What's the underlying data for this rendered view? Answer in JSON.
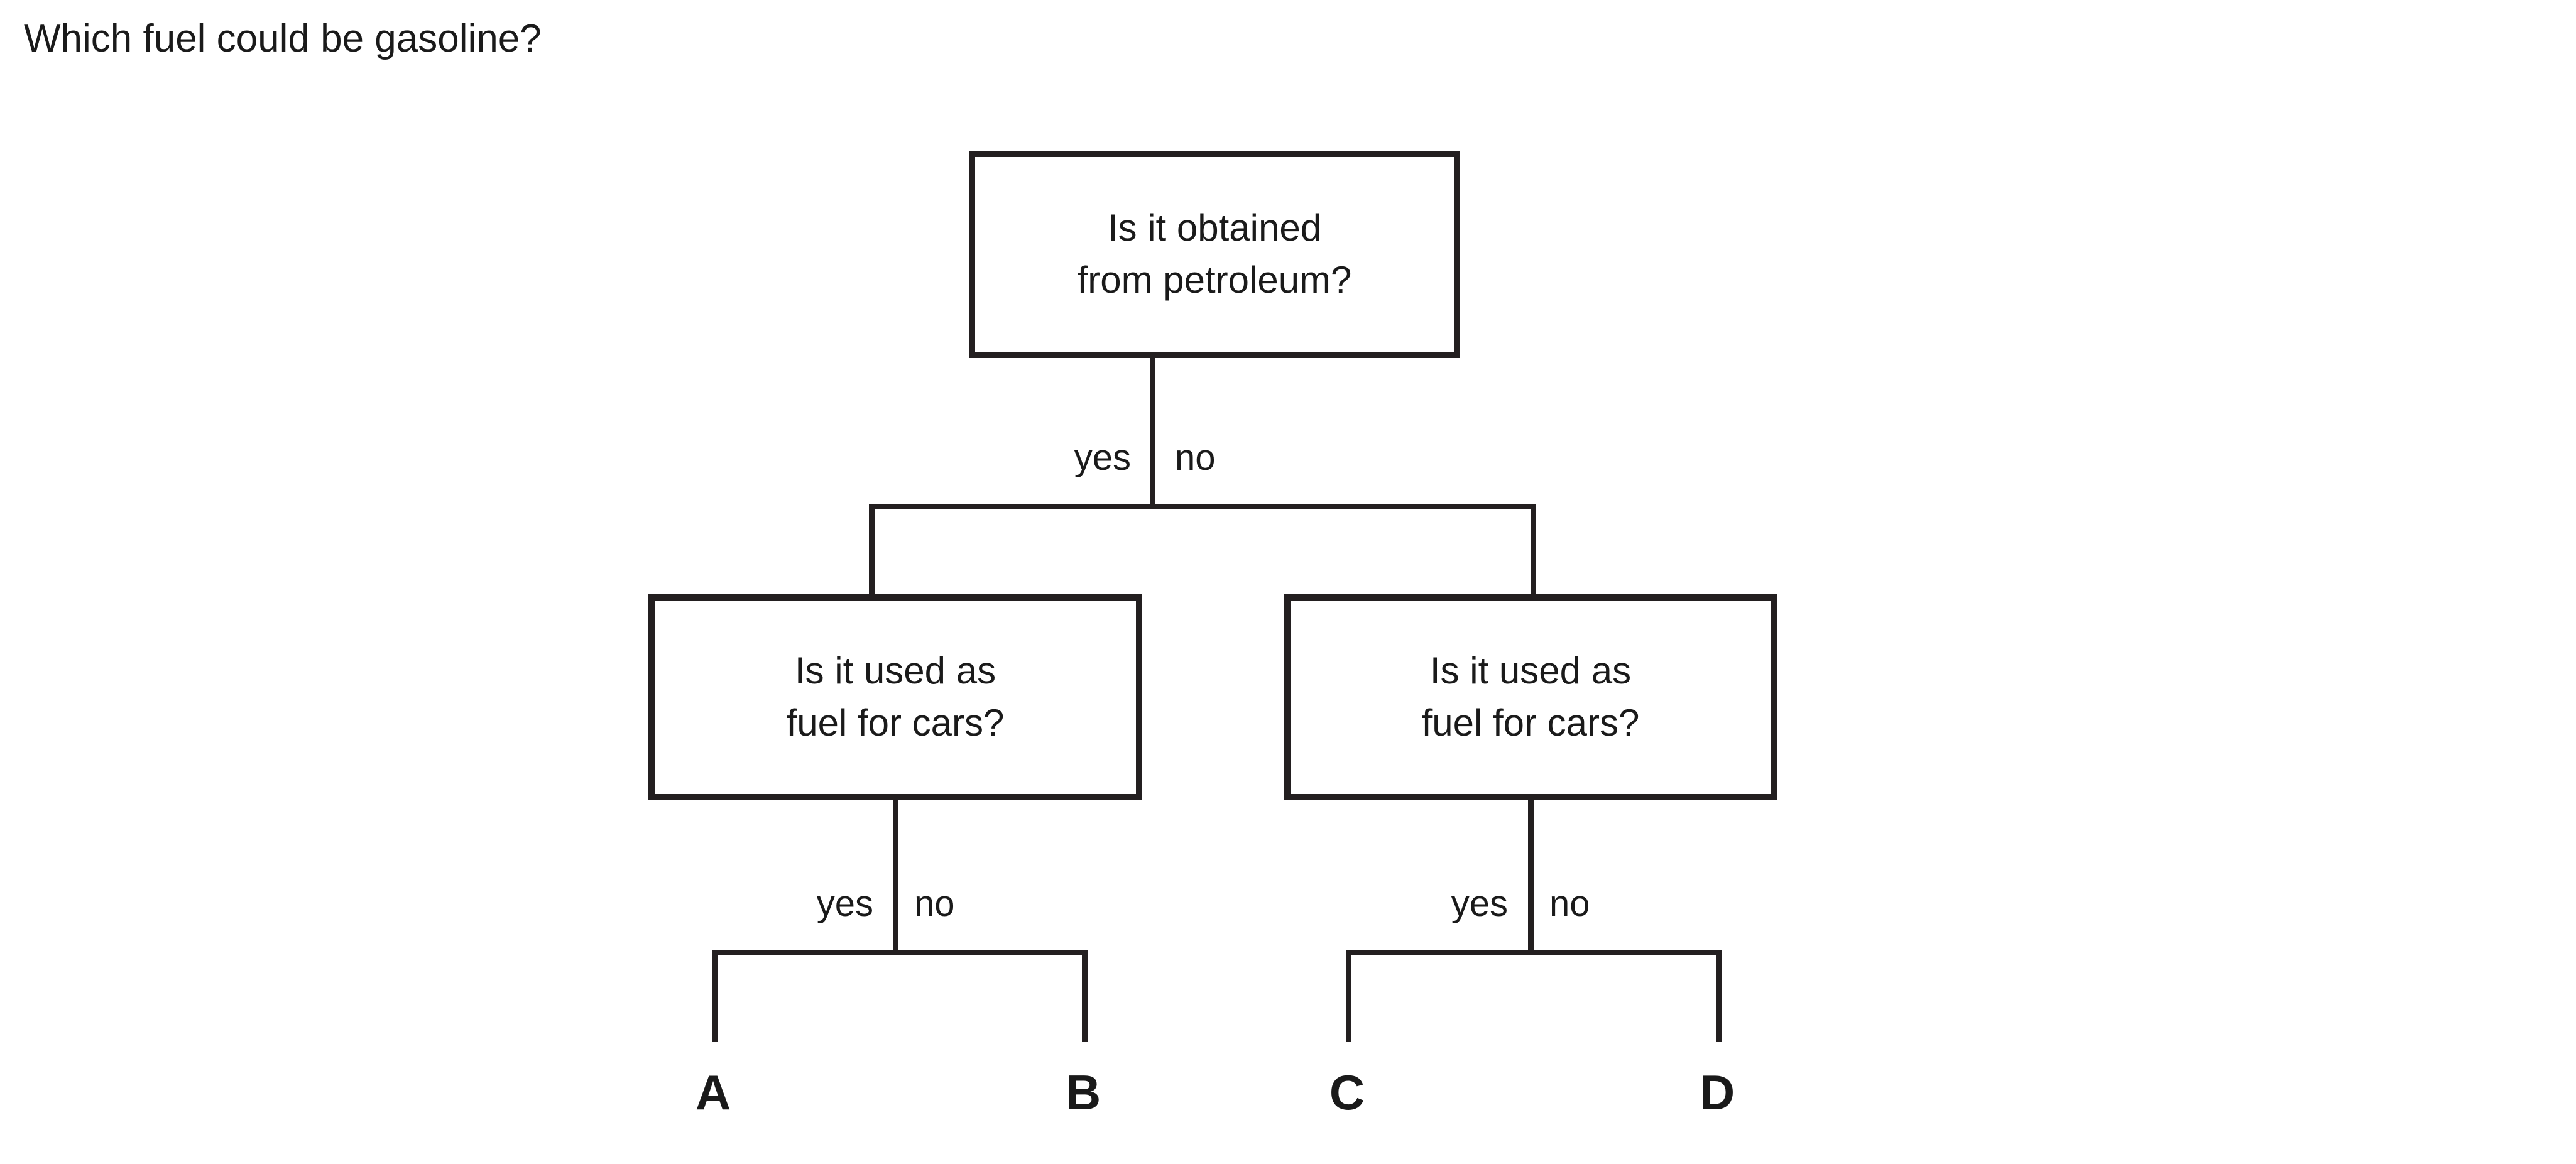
{
  "question": "Which fuel could be gasoline?",
  "colors": {
    "background": "#ffffff",
    "ink": "#1a1a1a",
    "line": "#231f20"
  },
  "diagram": {
    "type": "decision-tree",
    "root": {
      "id": "root",
      "text_line_1": "Is it obtained",
      "text_line_2": "from petroleum?",
      "branches": {
        "yes_label": "yes",
        "no_label": "no"
      }
    },
    "left_node": {
      "id": "left",
      "text_line_1": "Is it used as",
      "text_line_2": "fuel for cars?",
      "branches": {
        "yes_label": "yes",
        "no_label": "no"
      }
    },
    "right_node": {
      "id": "right",
      "text_line_1": "Is it used as",
      "text_line_2": "fuel for cars?",
      "branches": {
        "yes_label": "yes",
        "no_label": "no"
      }
    },
    "leaves": [
      {
        "id": "a",
        "label": "A",
        "path": "yes > yes"
      },
      {
        "id": "b",
        "label": "B",
        "path": "yes > no"
      },
      {
        "id": "c",
        "label": "C",
        "path": "no > yes"
      },
      {
        "id": "d",
        "label": "D",
        "path": "no > no"
      }
    ]
  }
}
